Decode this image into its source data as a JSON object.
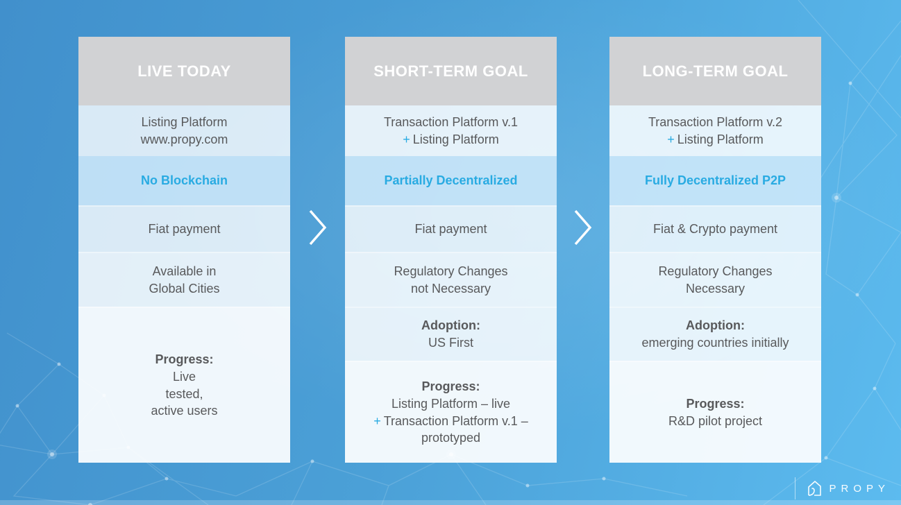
{
  "colors": {
    "accent": "#29ABE2",
    "header_bg": "#D1D2D4",
    "highlight_bg": "#BADFF7",
    "body_text": "#58595B",
    "bg_left": "#4190CC",
    "bg_right": "#5CBBEF"
  },
  "columns": [
    {
      "header": "LIVE TODAY",
      "row1": {
        "l1": "Listing Platform",
        "l2": "www.propy.com"
      },
      "row2": {
        "l1": "No Blockchain"
      },
      "row3": {
        "l1": "Fiat payment"
      },
      "row4": {
        "l1": "Available in",
        "l2": "Global Cities"
      },
      "row5": {
        "label": "Progress:",
        "l1": "Live",
        "l2": "tested,",
        "l3": "active users"
      }
    },
    {
      "header": "SHORT-TERM GOAL",
      "row1": {
        "l1": "Transaction Platform v.1",
        "plus": "+",
        "l2": "Listing Platform"
      },
      "row2": {
        "l1": "Partially Decentralized"
      },
      "row3": {
        "l1": "Fiat payment"
      },
      "row4": {
        "l1": "Regulatory Changes",
        "l2": "not Necessary"
      },
      "row5": {
        "label": "Adoption:",
        "l1": "US First"
      },
      "row6": {
        "label": "Progress:",
        "l1": "Listing Platform – live",
        "plus": "+",
        "l2": "Transaction Platform v.1 –",
        "l3": "prototyped"
      }
    },
    {
      "header": "LONG-TERM GOAL",
      "row1": {
        "l1": "Transaction Platform v.2",
        "plus": "+",
        "l2": "Listing Platform"
      },
      "row2": {
        "l1": "Fully Decentralized P2P"
      },
      "row3": {
        "l1": "Fiat & Crypto payment"
      },
      "row4": {
        "l1": "Regulatory Changes",
        "l2": "Necessary"
      },
      "row5": {
        "label": "Adoption:",
        "l1": "emerging countries initially"
      },
      "row6": {
        "label": "Progress:",
        "l1": "R&D pilot project"
      }
    }
  ],
  "logo": {
    "brand": "PROPY"
  }
}
